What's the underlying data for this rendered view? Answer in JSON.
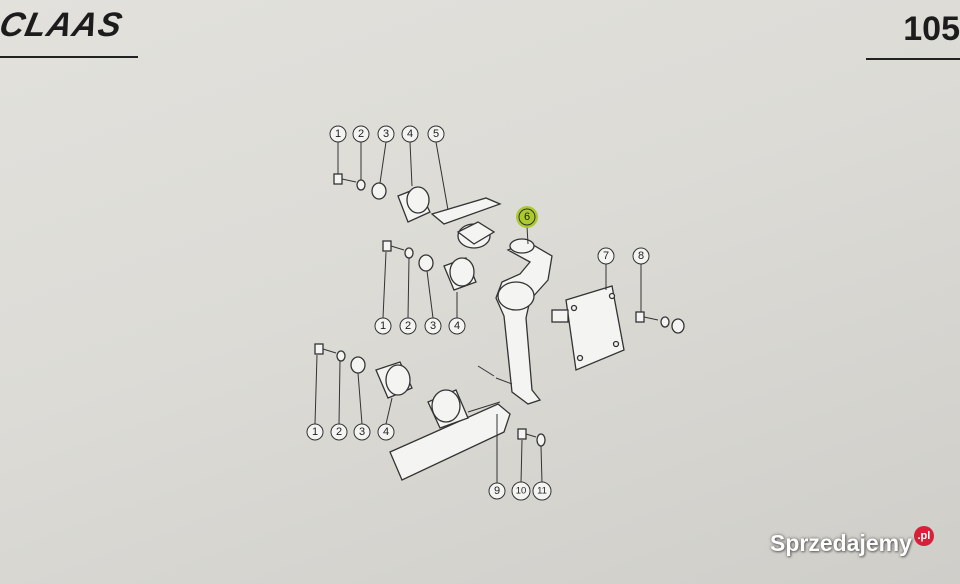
{
  "header": {
    "brand": "CLAAS",
    "page_number": "105"
  },
  "diagram": {
    "callouts": {
      "top": [
        "1",
        "2",
        "3",
        "4",
        "5"
      ],
      "part6": "6",
      "part7": "7",
      "part8": "8",
      "mid": [
        "1",
        "2",
        "3",
        "4"
      ],
      "bottom": [
        "1",
        "2",
        "3",
        "4"
      ],
      "lower": [
        "9",
        "10",
        "11"
      ]
    },
    "highlight_color": "#a6c81e"
  },
  "watermark": {
    "text": "Sprzedajemy",
    "badge": ".pl"
  }
}
